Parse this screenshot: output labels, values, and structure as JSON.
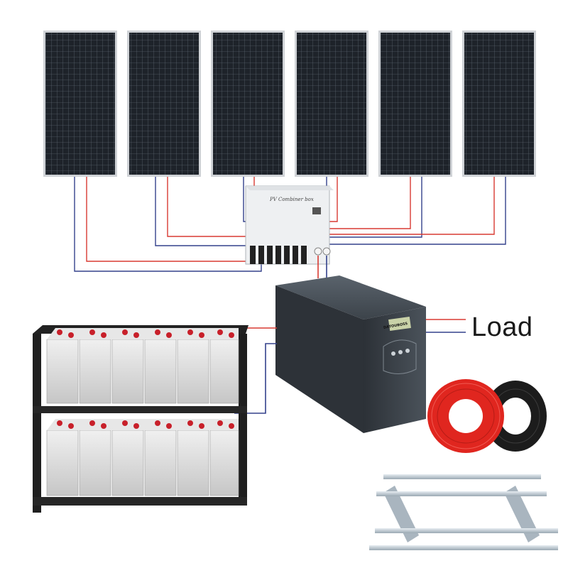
{
  "diagram": {
    "load_label": "Load",
    "combiner_box_label": "PV Combiner box",
    "inverter_brand_label": "DATOUBOSS",
    "panel_count": 6,
    "colors": {
      "panel_cell": "#20252b",
      "panel_frame": "#c9ccd0",
      "positive_wire": "#d93a32",
      "negative_wire": "#33418c",
      "inverter_body": "#3a4047",
      "battery": "#d9d9d9",
      "battery_terminal": "#c8202a",
      "red_cable": "#e0261f",
      "black_cable": "#1c1c1c",
      "mount_rail": "#b7c3cc"
    },
    "components": [
      "solar-panels",
      "combiner-box",
      "inverter",
      "battery-bank",
      "cables",
      "mounting-bracket"
    ]
  }
}
